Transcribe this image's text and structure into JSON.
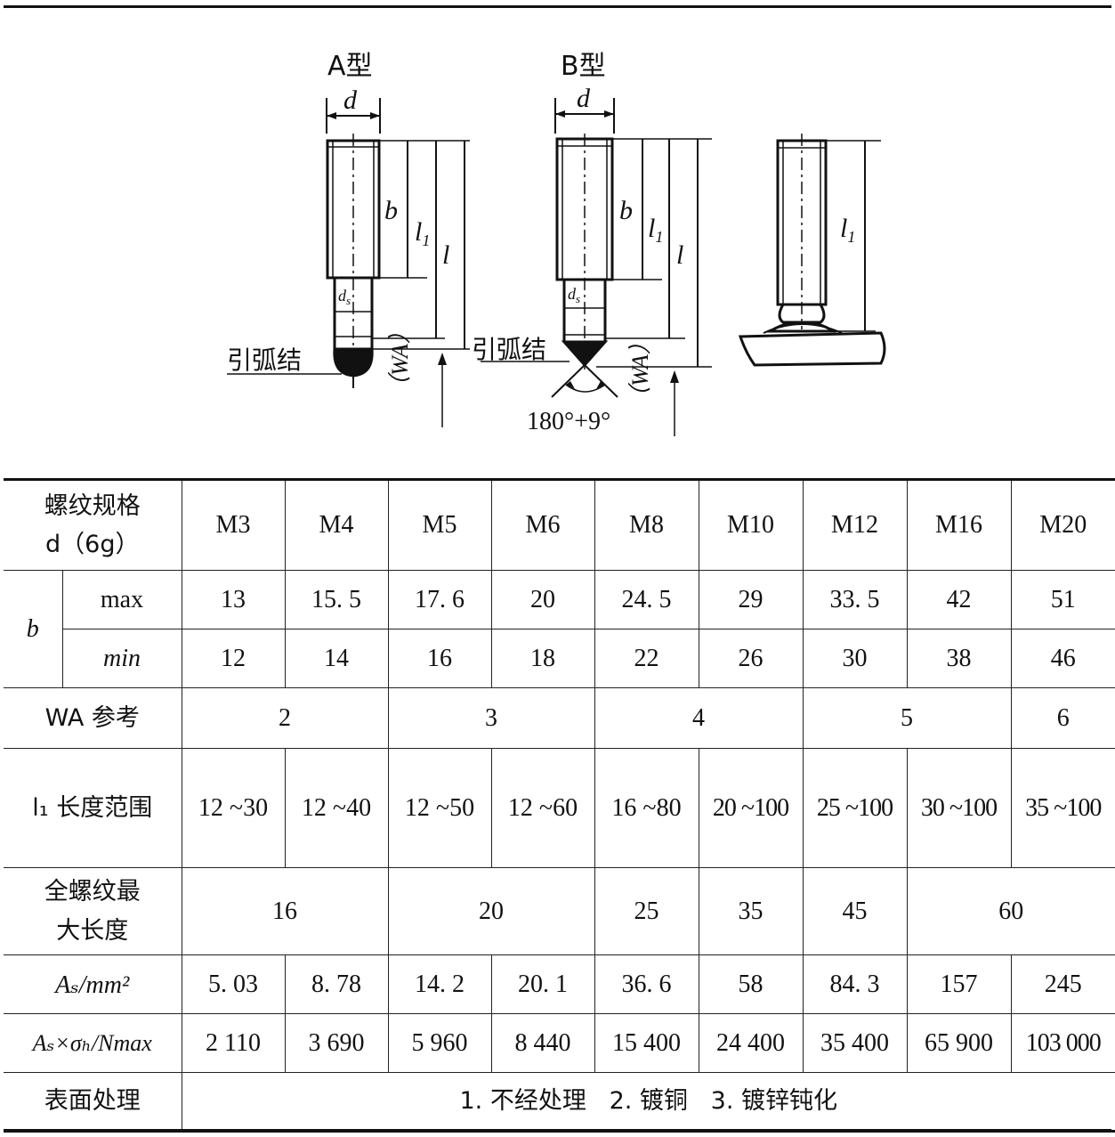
{
  "figure": {
    "label_a": "A型",
    "label_b": "B型",
    "dim_d": "d",
    "dim_b": "b",
    "dim_l1": "l",
    "dim_l1_sub": "1",
    "dim_l": "l",
    "dim_ds": "d",
    "dim_ds_sub": "s",
    "arc_ball_label": "引弧结",
    "wa_label": "（WA）",
    "angle_label": "180°+9°"
  },
  "table": {
    "thread_spec_label_line1": "螺纹规格",
    "thread_spec_label_line2": "d（6g）",
    "sizes": [
      "M3",
      "M4",
      "M5",
      "M6",
      "M8",
      "M10",
      "M12",
      "M16",
      "M20"
    ],
    "b_label": "b",
    "b_max_label": "max",
    "b_min_label": "min",
    "b_max": [
      "13",
      "15. 5",
      "17. 6",
      "20",
      "24. 5",
      "29",
      "33. 5",
      "42",
      "51"
    ],
    "b_min": [
      "12",
      "14",
      "16",
      "18",
      "22",
      "26",
      "30",
      "38",
      "46"
    ],
    "wa_label": "WA 参考",
    "wa_values": [
      "2",
      "3",
      "4",
      "5",
      "6"
    ],
    "l1_label": "l₁ 长度范围",
    "l1_values": [
      "12 ~30",
      "12 ~40",
      "12 ~50",
      "12 ~60",
      "16 ~80",
      "20 ~100",
      "25 ~100",
      "30 ~100",
      "35 ~100"
    ],
    "full_thread_label_line1": "全螺纹最",
    "full_thread_label_line2": "大长度",
    "full_thread_values": [
      "16",
      "20",
      "25",
      "35",
      "45",
      "60"
    ],
    "as_label": "Aₛ/mm²",
    "as_values": [
      "5. 03",
      "8. 78",
      "14. 2",
      "20. 1",
      "36. 6",
      "58",
      "84. 3",
      "157",
      "245"
    ],
    "force_label": "Aₛ×σₕ/Nmax",
    "force_values": [
      "2 110",
      "3 690",
      "5 960",
      "8 440",
      "15 400",
      "24 400",
      "35 400",
      "65 900",
      "103 000"
    ],
    "surface_label": "表面处理",
    "surface_value": "1. 不经处理   2. 镀铜   3. 镀锌钝化"
  }
}
